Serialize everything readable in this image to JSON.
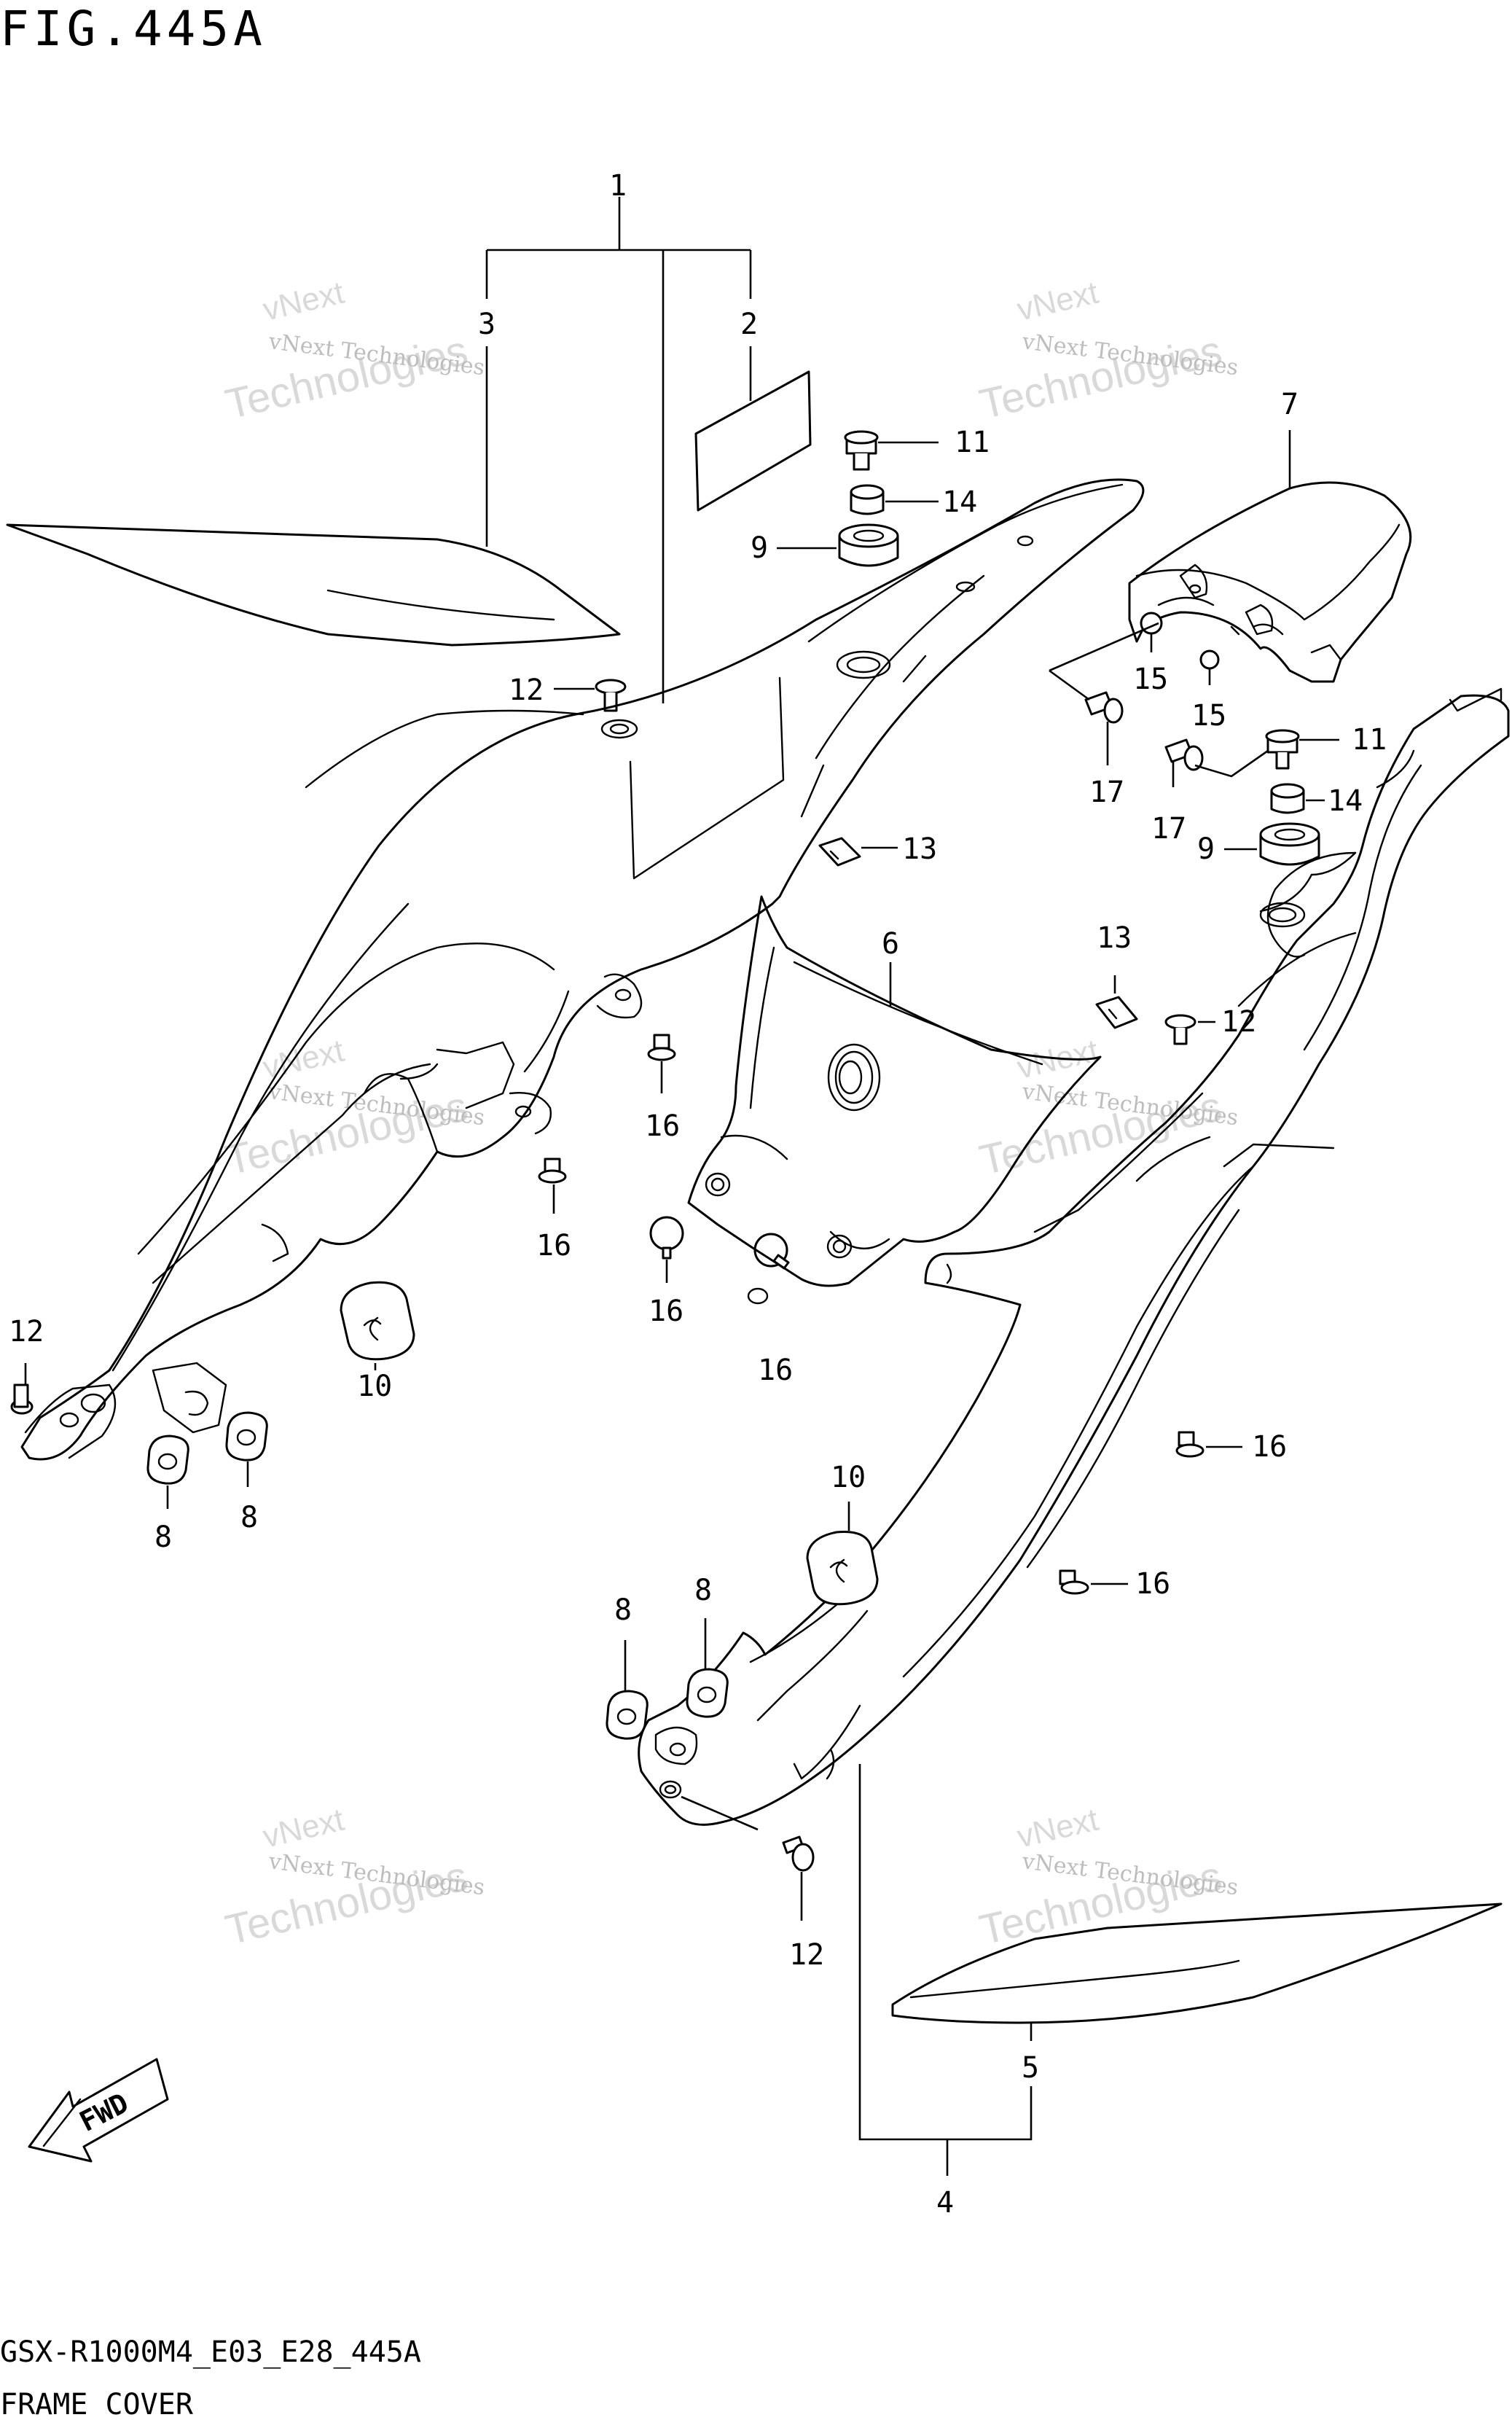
{
  "figure_title": "FIG.445A",
  "footer": {
    "model_code": "GSX-R1000M4_E03_E28_445A",
    "section_name": "FRAME COVER"
  },
  "fwd_label": "FWD",
  "watermark": {
    "line1": "vNext Technologies",
    "big_line1": "vNext",
    "big_line2": "Technologies"
  },
  "callouts": {
    "c1": "1",
    "c2": "2",
    "c3": "3",
    "c4": "4",
    "c5": "5",
    "c6": "6",
    "c7": "7",
    "c8a": "8",
    "c8b": "8",
    "c8c": "8",
    "c8d": "8",
    "c9a": "9",
    "c9b": "9",
    "c10a": "10",
    "c10b": "10",
    "c11a": "11",
    "c11b": "11",
    "c12a": "12",
    "c12b": "12",
    "c12c": "12",
    "c12d": "12",
    "c13a": "13",
    "c13b": "13",
    "c14a": "14",
    "c14b": "14",
    "c15a": "15",
    "c15b": "15",
    "c16a": "16",
    "c16b": "16",
    "c16c": "16",
    "c16d": "16",
    "c16e": "16",
    "c16f": "16",
    "c17a": "17",
    "c17b": "17"
  }
}
